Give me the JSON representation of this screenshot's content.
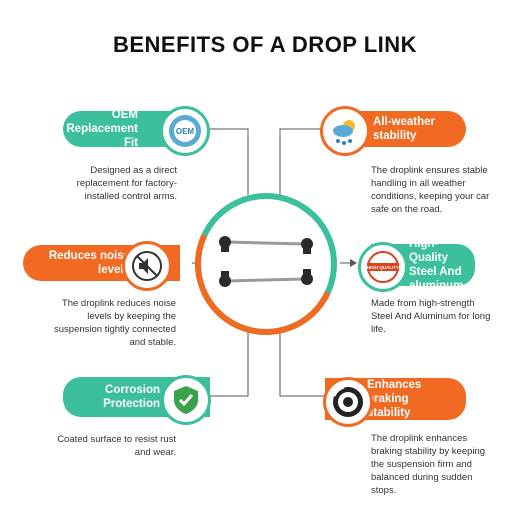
{
  "title": "BENEFITS OF A DROP LINK",
  "benefits": [
    {
      "label": "OEM\nReplacement Fit",
      "icon": "oem-badge-icon",
      "icon_text": "OEM",
      "description": "Designed as a direct\nreplacement for factory-\ninstalled control arms."
    },
    {
      "label": "All-weather\nstability",
      "icon": "weather-icon",
      "description": "The droplink ensures stable\nhandling in all weather\nconditions, keeping your car\nsafe on the road."
    },
    {
      "label": "Reduces noise\nlevels",
      "icon": "mute-speaker-icon",
      "description": "The droplink reduces noise\nlevels by keeping the\nsuspension tightly connected\nand stable."
    },
    {
      "label": "High-Quality\nSteel And\naluminum",
      "icon": "high-quality-stamp-icon",
      "icon_text": "HIGH QUALITY",
      "description": "Made from high-strength\nSteel And Aluminum for long\nlife."
    },
    {
      "label": "Corrosion\nProtection",
      "icon": "shield-check-icon",
      "description": "Coated surface to resist rust\nand wear."
    },
    {
      "label": "Enhances\nbraking\nstability",
      "icon": "brake-disc-icon",
      "description": "The droplink enhances\nbraking stability by keeping\nthe suspension firm and\nbalanced during sudden\nstops."
    }
  ],
  "colors": {
    "teal": "#3cbf9c",
    "orange": "#f26a22",
    "line": "#555555"
  }
}
